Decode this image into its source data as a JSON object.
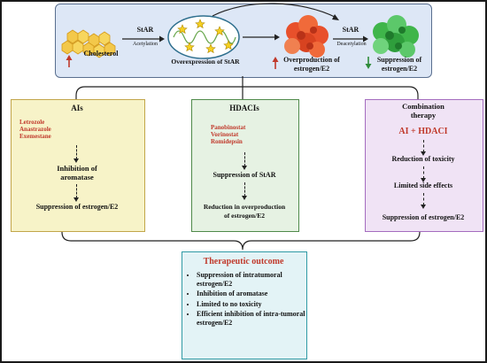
{
  "top": {
    "cholesterol": "Cholesterol",
    "star_acetylation_1": "StAR",
    "star_acetylation_2": "Acetylation",
    "overexpression": "Overexpression of StAR",
    "overproduction_1": "Overproduction of",
    "overproduction_2": "estrogen/E2",
    "star_deacetylation_1": "StAR",
    "star_deacetylation_2": "Deacetylation",
    "suppression_1": "Suppression of",
    "suppression_2": "estrogen/E2"
  },
  "ais": {
    "title": "AIs",
    "drugs": [
      "Letrozole",
      "Anastrazole",
      "Exemestane"
    ],
    "step1_1": "Inhibition of",
    "step1_2": "aromatase",
    "step2": "Suppression of estrogen/E2"
  },
  "hdacis": {
    "title": "HDACIs",
    "drugs": [
      "Panobinostat",
      "Vorinostat",
      "Romidepsin"
    ],
    "step1": "Suppression of StAR",
    "step2_1": "Reduction in overproduction",
    "step2_2": "of estrogen/E2"
  },
  "combination": {
    "title_1": "Combination",
    "title_2": "therapy",
    "label": "AI + HDACI",
    "step1": "Reduction of toxicity",
    "step2": "Limited side effects",
    "step3": "Suppression of estrogen/E2"
  },
  "outcome": {
    "title": "Therapeutic outcome",
    "items": [
      "Suppression of intratumoral estrogen/E2",
      "Inhibition of aromatase",
      "Limited to no toxicity",
      "Efficient inhibition of intra-tumoral estrogen/E2"
    ]
  },
  "colors": {
    "up_arrow": "#c0392b",
    "down_arrow": "#2e8b3a",
    "drug_text": "#c0392b",
    "ai_box": "#f7f3c8",
    "hdaci_box": "#e6f2e3",
    "combo_box": "#f0e3f5",
    "outcome_box": "#e3f3f6",
    "outcome_title": "#c0392b"
  }
}
